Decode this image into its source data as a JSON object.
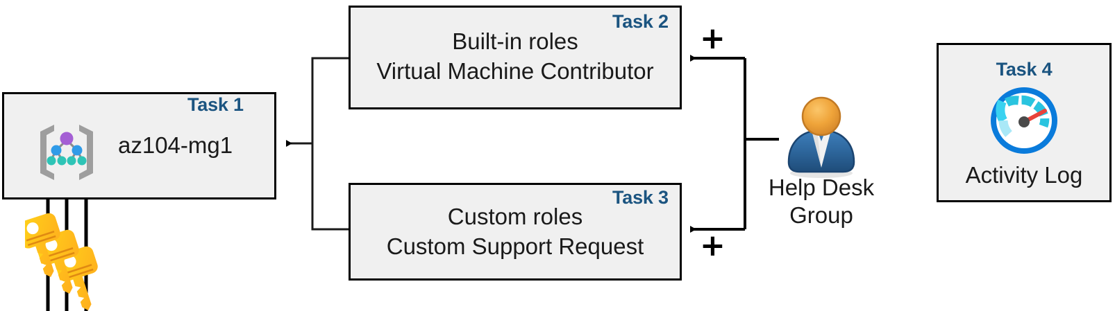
{
  "diagram": {
    "title": "Azure RBAC task diagram",
    "colors": {
      "task_label": "#1B5480",
      "box_fill": "#F0F0F0",
      "box_border": "#000000",
      "connector": "#000000",
      "key_yellow": "#FFC80A",
      "key_orange": "#FFA21F",
      "person_head": "#E89A2E",
      "person_body": "#2F6CA8",
      "gauge_blue": "#0A7BDB",
      "gauge_teal": "#2AC4DF",
      "gauge_needle": "#E8433A",
      "mg_purple": "#A45FD4",
      "mg_blue": "#2F9BE8",
      "mg_teal": "#2EC4B6",
      "mg_bracket": "#9E9E9E"
    }
  },
  "task1": {
    "label": "Task 1",
    "text": "az104-mg1",
    "icon": "management-group-icon"
  },
  "task2": {
    "label": "Task 2",
    "line1": "Built-in roles",
    "line2": "Virtual Machine Contributor",
    "plus": "+"
  },
  "task3": {
    "label": "Task 3",
    "line1": "Custom roles",
    "line2": "Custom Support Request",
    "plus": "+"
  },
  "task4": {
    "label": "Task 4",
    "text": "Activity Log",
    "icon": "activity-log-gauge-icon"
  },
  "help_desk": {
    "line1": "Help Desk",
    "line2": "Group",
    "icon": "user-group-icon"
  },
  "keys": {
    "icon": "keys-icon",
    "count": 3
  }
}
